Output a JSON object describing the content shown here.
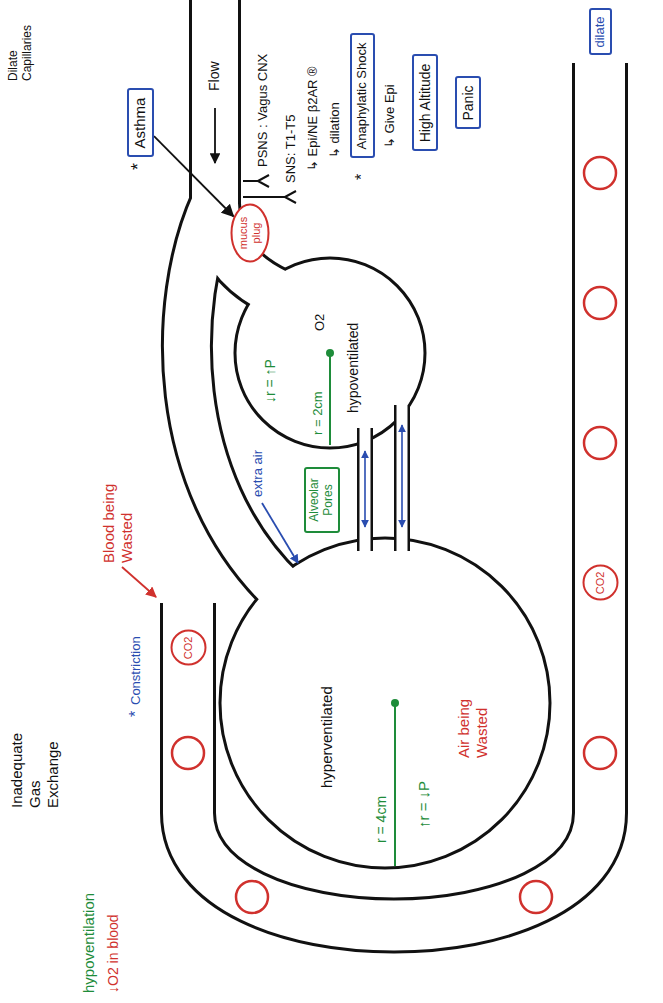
{
  "diagram": {
    "nodes": [
      {
        "text": [
          "Asthma"
        ]
      },
      {
        "text": [
          "mucus plug"
        ]
      },
      {
        "text": [
          "Anaphylatic Shock"
        ]
      },
      {
        "text": [
          "High Altitude"
        ]
      },
      {
        "text": [
          "Panic"
        ]
      },
      {
        "text": [
          "Alveolar Pores"
        ]
      },
      {
        "text": [
          "CO2"
        ]
      },
      {
        "text": [
          "CO2"
        ]
      },
      {
        "text": [
          "dilate"
        ]
      }
    ],
    "edges": [
      {
        "from": 0,
        "to": 1,
        "arrow": "to"
      }
    ],
    "labels": [
      "Dilate Capillaries",
      "*",
      "Flow",
      "PSNS : Vagus CNX",
      "SNS: T1-T5",
      "↳ Epi/NE β2AR ®",
      "↳ dilation",
      "*",
      "↳ Give Epi",
      "↓r = ↑P",
      "r = 2cm",
      "O2",
      "hypoventilated",
      "extra air",
      "hyperventilated",
      "r = 4cm",
      "↑r = ↓P",
      "Air being Wasted",
      "Blood being Wasted",
      "*",
      "Constriction",
      "Inadequate Gas Exchange",
      "hypoventilation",
      "↓O2 in blood"
    ]
  }
}
